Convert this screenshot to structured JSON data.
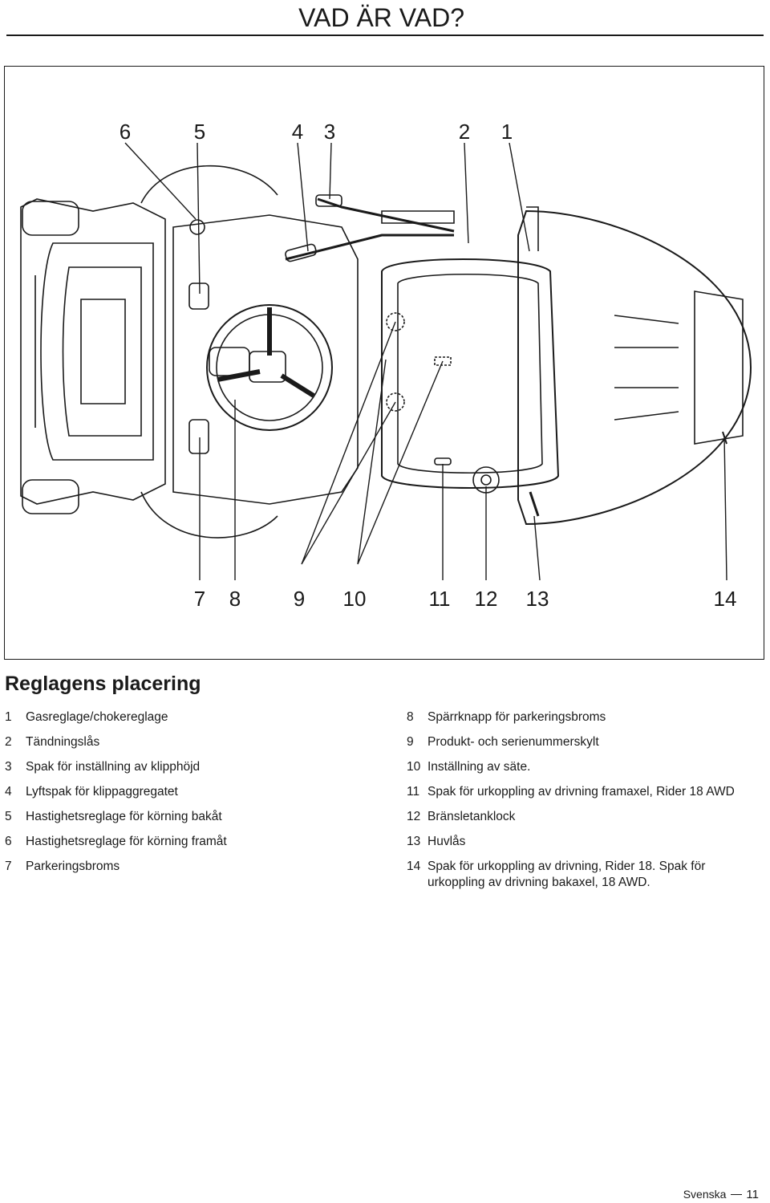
{
  "page": {
    "title": "VAD ÄR VAD?",
    "footer_language": "Svenska",
    "footer_page": "11"
  },
  "figure": {
    "top_callouts": [
      "6",
      "5",
      "4",
      "3",
      "2",
      "1"
    ],
    "bottom_callouts": [
      "7",
      "8",
      "9",
      "10",
      "11",
      "12",
      "13",
      "14"
    ]
  },
  "section": {
    "heading": "Reglagens placering"
  },
  "legend_left": [
    {
      "num": "1",
      "text": "Gasreglage/chokereglage"
    },
    {
      "num": "2",
      "text": "Tändningslås"
    },
    {
      "num": "3",
      "text": "Spak för inställning av klipphöjd"
    },
    {
      "num": "4",
      "text": "Lyftspak för klippaggregatet"
    },
    {
      "num": "5",
      "text": "Hastighetsreglage för körning bakåt"
    },
    {
      "num": "6",
      "text": "Hastighetsreglage för körning framåt"
    },
    {
      "num": "7",
      "text": "Parkeringsbroms"
    }
  ],
  "legend_right": [
    {
      "num": "8",
      "text": "Spärrknapp för parkeringsbroms"
    },
    {
      "num": "9",
      "text": "Produkt- och serienummerskylt"
    },
    {
      "num": "10",
      "text": "Inställning av säte."
    },
    {
      "num": "11",
      "text": "Spak för urkoppling av drivning framaxel, Rider 18 AWD"
    },
    {
      "num": "12",
      "text": "Bränsletanklock"
    },
    {
      "num": "13",
      "text": "Huvlås"
    },
    {
      "num": "14",
      "text": "Spak för urkoppling av drivning, Rider 18. Spak för urkoppling av drivning bakaxel, 18 AWD."
    }
  ]
}
